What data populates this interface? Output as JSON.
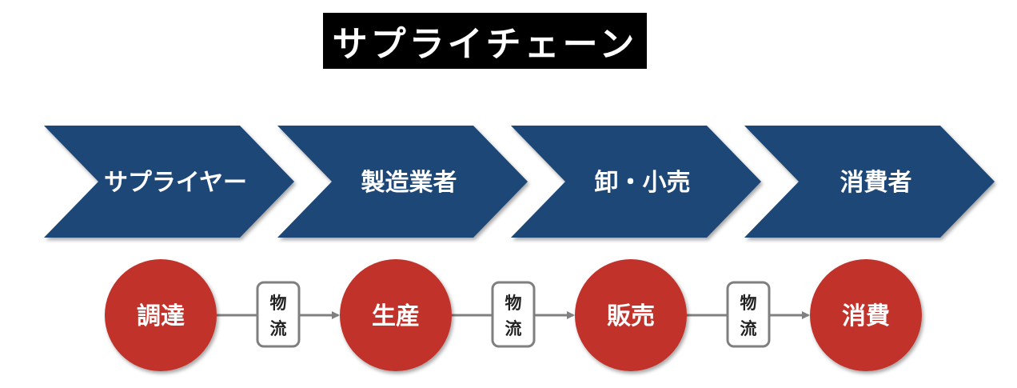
{
  "title": "サプライチェーン",
  "colors": {
    "chevron": "#1b4677",
    "circle": "#c0302b",
    "connector": "#808080",
    "box_border": "#7f7f7f",
    "title_bg": "#000000"
  },
  "stages": [
    {
      "label": "サプライヤー"
    },
    {
      "label": "製造業者"
    },
    {
      "label": "卸・小売"
    },
    {
      "label": "消費者"
    }
  ],
  "processes": [
    {
      "label": "調達"
    },
    {
      "label": "生産"
    },
    {
      "label": "販売"
    },
    {
      "label": "消費"
    }
  ],
  "links": [
    {
      "line1": "物",
      "line2": "流"
    },
    {
      "line1": "物",
      "line2": "流"
    },
    {
      "line1": "物",
      "line2": "流"
    }
  ]
}
